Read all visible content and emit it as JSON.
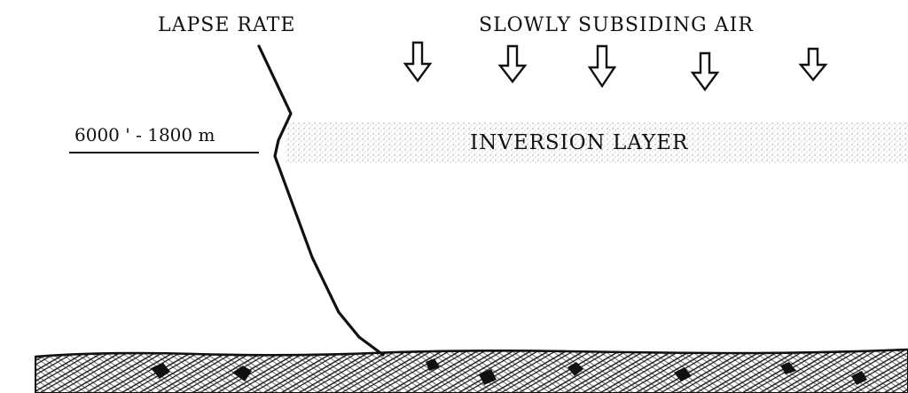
{
  "labels": {
    "lapse_rate": "LAPSE RATE",
    "subsiding_air": "SLOWLY SUBSIDING AIR",
    "inversion_layer": "INVERSION LAYER",
    "altitude": "6000 ' - 1800 m"
  },
  "arrows": {
    "count": 5,
    "direction": "down"
  },
  "colors": {
    "ink": "#111111",
    "inversion_stipple": "#9a9a9a",
    "background": "#ffffff"
  }
}
